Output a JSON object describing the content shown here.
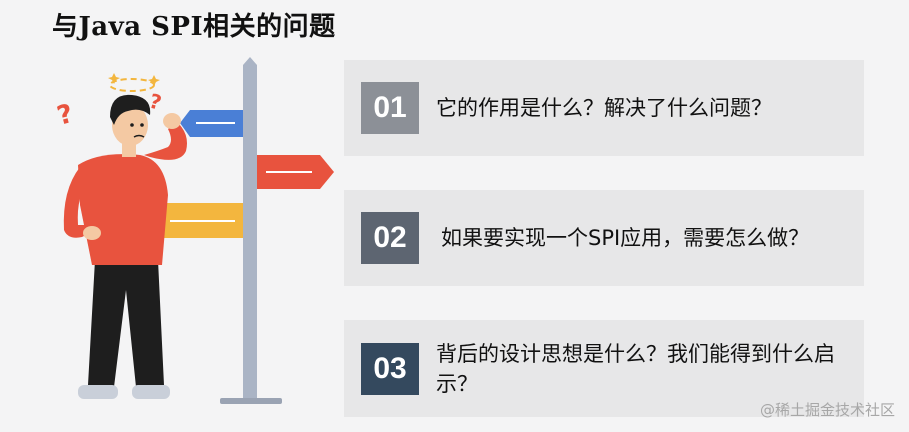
{
  "title": "与Java SPI相关的问题",
  "questions": [
    {
      "number": "01",
      "text": "它的作用是什么？解决了什么问题？"
    },
    {
      "number": "02",
      "text": "如果要实现一个SPI应用，需要怎么做？"
    },
    {
      "number": "03",
      "text": "背后的设计思想是什么？我们能得到什么启示？"
    }
  ],
  "watermark": "@稀土掘金技术社区",
  "colors": {
    "card_bg": "#e7e7e8",
    "num1_bg": "#8c9097",
    "num2_bg": "#5d6571",
    "num3_bg": "#34495e",
    "sign_blue": "#4a7fd6",
    "sign_red": "#e8533e",
    "sign_yellow": "#f3b63e",
    "shirt": "#e8533e",
    "pole": "#aab4c5"
  }
}
